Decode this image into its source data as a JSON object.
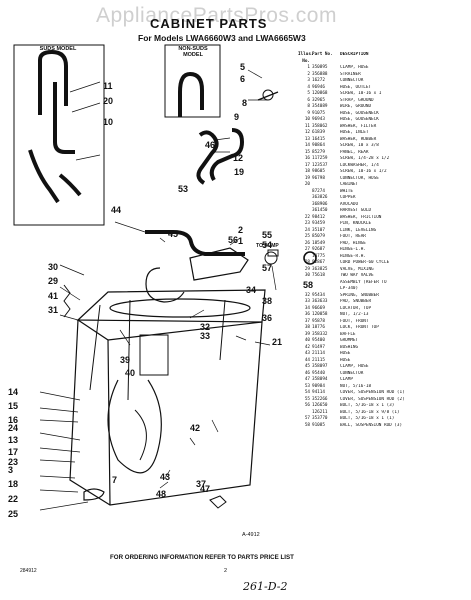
{
  "watermark": "AppliancePartsPros.com",
  "title": "CABINET PARTS",
  "subtitle": "For Models LWA6660W3 and LWA6665W3",
  "suds_label": "SUDS MODEL",
  "non_suds_label": "NON-SUDS MODEL",
  "to_pump": "TO PUMP",
  "figure_code": "A-4912",
  "footer_note": "FOR ORDERING INFORMATION REFER TO PARTS PRICE LIST",
  "doc_number": "284912",
  "page_number": "2",
  "handwritten": "261-D-2",
  "parts_header": {
    "no": "Illus. No.",
    "part": "Part No.",
    "desc": "DESCRIPTION"
  },
  "parts": [
    [
      "1",
      "350895",
      "CLAMP, HOSE"
    ],
    [
      "2",
      "356888",
      "STRAINER"
    ],
    [
      "3",
      "16272",
      "CONNECTOR"
    ],
    [
      "4",
      "96946",
      "HOSE, OUTLET"
    ],
    [
      "5",
      "120868",
      "SCREW, 10-16 x 1"
    ],
    [
      "6",
      "32965",
      "STRAP, GROUND"
    ],
    [
      "8",
      "354089",
      "WIRE, GROUND"
    ],
    [
      "9",
      "91075",
      "HOSE, GOOSENECK"
    ],
    [
      "10",
      "96943",
      "HOSE, GOOSENECK"
    ],
    [
      "11",
      "358062",
      "WASHER, FILTER"
    ],
    [
      "12",
      "61839",
      "HOSE, INLET"
    ],
    [
      "13",
      "16415",
      "WASHER, RUBBER"
    ],
    [
      "14",
      "90864",
      "SCREW, 10 x 3/8"
    ],
    [
      "15",
      "85279",
      "PANEL, REAR"
    ],
    [
      "16",
      "117259",
      "SCREW, 1/4-28 x 1/2"
    ],
    [
      "17",
      "123537",
      "LOCKWASHER, 1/4"
    ],
    [
      "18",
      "98605",
      "SCREW, 10-16 x 1/2"
    ],
    [
      "19",
      "96798",
      "CONNECTOR, HOSE"
    ],
    [
      "20",
      "",
      "CABINET"
    ],
    [
      "",
      "87274",
      "WHITE"
    ],
    [
      "",
      "363826",
      "COPPER"
    ],
    [
      "",
      "368906",
      "AVOCADO"
    ],
    [
      "",
      "361450",
      "HARVEST GOLD"
    ],
    [
      "22",
      "98412",
      "WASHER, FRICTION"
    ],
    [
      "23",
      "93459",
      "PIN, KNUCKLE"
    ],
    [
      "24",
      "35107",
      "LINK, LEVELING"
    ],
    [
      "25",
      "85079",
      "FOOT, REAR"
    ],
    [
      "26",
      "18549",
      "PAD, HINGE"
    ],
    [
      "27",
      "92687",
      "HINGE-L.H."
    ],
    [
      "",
      "18775",
      "HINGE-R.H."
    ],
    [
      "28",
      "92867",
      "CORD POWER-60 CYCLE"
    ],
    [
      "29",
      "363825",
      "VALVE, MIXING"
    ],
    [
      "30",
      "75618",
      "TWO WAY VALVE"
    ],
    [
      "",
      "",
      "ASSEMBLY (REFER TO"
    ],
    [
      "",
      "",
      "LP-340)"
    ],
    [
      "32",
      "95434",
      "SPRING, SNUBBER"
    ],
    [
      "33",
      "363633",
      "PAD, SNUBBER"
    ],
    [
      "34",
      "96669",
      "LOCATOR, TOP"
    ],
    [
      "36",
      "120058",
      "NUT, 1/2-13"
    ],
    [
      "37",
      "95878",
      "FOOT, FRONT"
    ],
    [
      "38",
      "18776",
      "LOCK, FRONT TOP"
    ],
    [
      "39",
      "358332",
      "BAFFLE"
    ],
    [
      "40",
      "95400",
      "GROMMET"
    ],
    [
      "42",
      "91497",
      "BUSHING"
    ],
    [
      "43",
      "21114",
      "HOSE"
    ],
    [
      "44",
      "21115",
      "HOSE"
    ],
    [
      "45",
      "358097",
      "CLAMP, HOSE"
    ],
    [
      "46",
      "95440",
      "CONNECTOR"
    ],
    [
      "47",
      "358094",
      "CLAMP"
    ],
    [
      "53",
      "90984",
      "NUT, 5/16-18"
    ],
    [
      "54",
      "94114",
      "COVER, SUSPENSION ROD (1)"
    ],
    [
      "55",
      "352266",
      "COVER, SUSPENSION ROD (2)"
    ],
    [
      "56",
      "126650",
      "BOLT, 5/16-18 x 1 (3)"
    ],
    [
      "",
      "126211",
      "BOLT, 5/16-18 x 9/8 (1)"
    ],
    [
      "57",
      "353770",
      "BOLT, 5/16-18 x 1 (1)"
    ],
    [
      "58",
      "91085",
      "BALL, SUSPENSION ROD (3)"
    ]
  ],
  "callouts": [
    "1",
    "2",
    "3",
    "5",
    "6",
    "7",
    "8",
    "9",
    "10",
    "11",
    "12",
    "13",
    "14",
    "15",
    "16",
    "17",
    "18",
    "19",
    "20",
    "21",
    "22",
    "23",
    "24",
    "25",
    "29",
    "30",
    "31",
    "32",
    "33",
    "34",
    "36",
    "37",
    "38",
    "39",
    "40",
    "41",
    "42",
    "43",
    "44",
    "45",
    "46",
    "47",
    "48",
    "53",
    "54",
    "55",
    "56",
    "57",
    "58"
  ]
}
